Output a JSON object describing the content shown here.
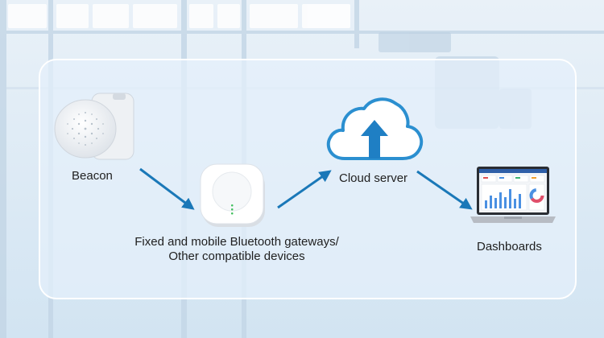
{
  "diagram": {
    "nodes": [
      {
        "id": "beacon",
        "label": "Beacon"
      },
      {
        "id": "gateway",
        "label_line1": "Fixed and mobile Bluetooth gateways/",
        "label_line2": "Other compatible devices"
      },
      {
        "id": "cloud",
        "label": "Cloud server"
      },
      {
        "id": "dashboards",
        "label": "Dashboards"
      }
    ],
    "edges": [
      {
        "from": "beacon",
        "to": "gateway"
      },
      {
        "from": "gateway",
        "to": "cloud"
      },
      {
        "from": "cloud",
        "to": "dashboards"
      }
    ],
    "colors": {
      "arrow": "#1a78b8",
      "cloud_fill": "#ffffff",
      "cloud_stroke": "#2b8fd0",
      "upload_arrow": "#1f7fc4",
      "panel_border": "#ffffff"
    }
  }
}
